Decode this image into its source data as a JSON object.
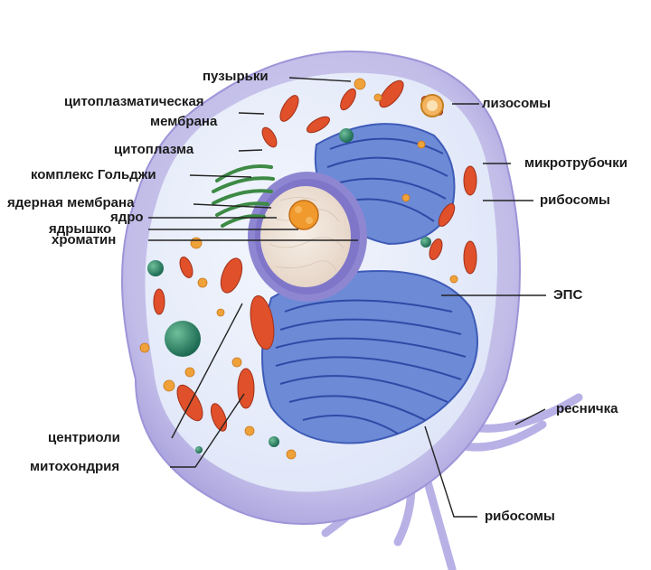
{
  "diagram": {
    "labels": {
      "vesicles": "пузырьки",
      "cytoplasmic_membrane_1": "цитоплазматическая",
      "cytoplasmic_membrane_2": "мембрана",
      "cytoplasm": "цитоплазма",
      "golgi": "комплекс Гольджи",
      "nuclear_membrane": "ядерная мембрана",
      "nucleus": "ядро",
      "nucleolus": "ядрышко",
      "chromatin": "хроматин",
      "centrioles": "центриоли",
      "mitochondrion": "митохондрия",
      "lysosomes": "лизосомы",
      "microtubules": "микротрубочки",
      "ribosomes_top": "рибосомы",
      "er": "ЭПС",
      "cilium": "ресничка",
      "ribosomes_bottom": "рибосомы"
    },
    "colors": {
      "cell_outer": "#c7c3ea",
      "cell_inner": "#e9eefb",
      "nucleus_envelope": "#8f86d2",
      "nucleus_core": "#f1e6dc",
      "nucleolus": "#f09a2e",
      "er": "#4f6fc9",
      "golgi": "#3d8a45",
      "mitochondria": "#e0502a",
      "leader_lines": "#222222"
    }
  }
}
